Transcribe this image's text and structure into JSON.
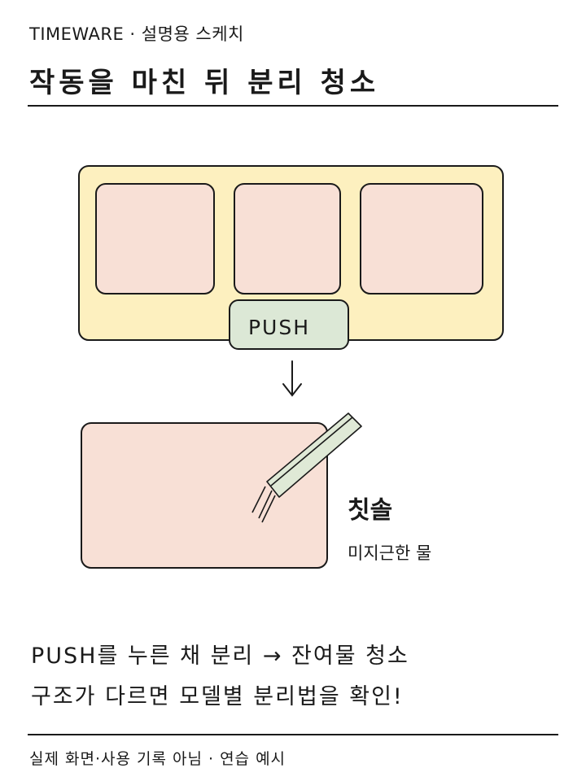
{
  "header": {
    "kicker": "TIMEWARE · 설명용 스케치",
    "title": "작동을 마친 뒤 분리 청소"
  },
  "diagram": {
    "button_label": "PUSH",
    "tool_label": "칫솔",
    "tool_note": "미지근한 물",
    "colors": {
      "frame_fill": "#fdf0bf",
      "cell_fill": "#f8e0d6",
      "button_fill": "#dce8d6",
      "brush_fill": "#dfe9d6",
      "stroke": "#1a1a1a"
    }
  },
  "body": {
    "line1": "PUSH를 누른 채 분리 → 잔여물 청소",
    "line2": "구조가 다르면 모델별 분리법을 확인!"
  },
  "footer": {
    "text": "실제 화면·사용 기록 아님 · 연습 예시"
  }
}
